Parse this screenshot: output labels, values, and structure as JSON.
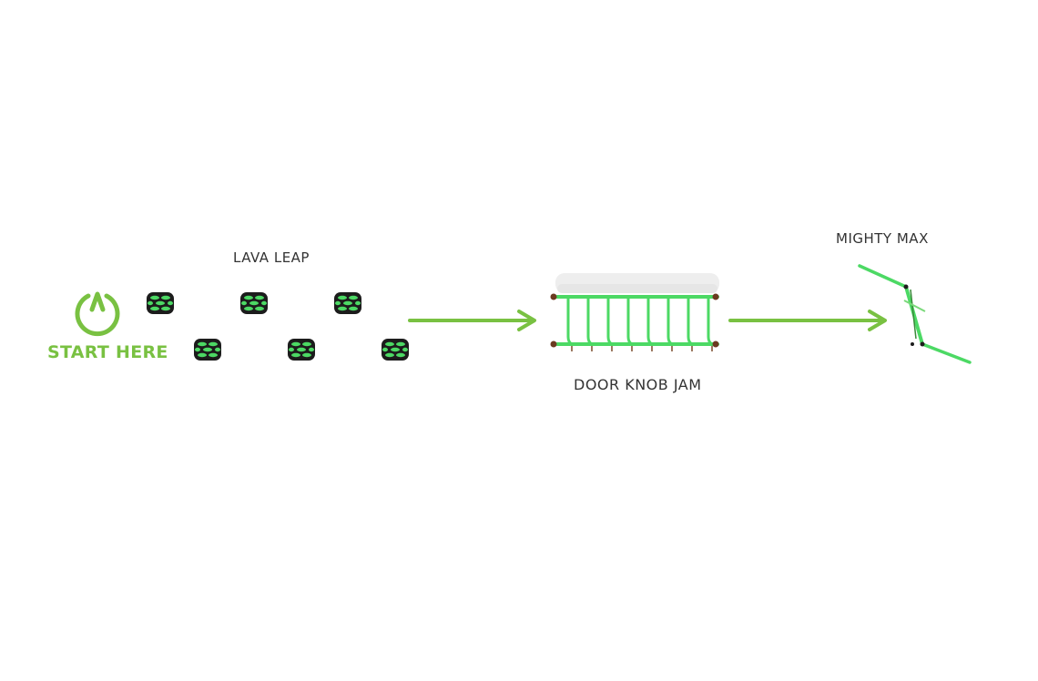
{
  "start": {
    "label": "START HERE",
    "icon": "power-icon"
  },
  "stations": [
    {
      "id": "lava",
      "label": "LAVA LEAP",
      "stepping_stones": 6
    },
    {
      "id": "door",
      "label": "DOOR KNOB JAM"
    },
    {
      "id": "mighty",
      "label": "MIGHTY MAX"
    }
  ],
  "colors": {
    "accent": "#79c142",
    "bright_green": "#4cd964",
    "stone_dark": "#1c1c1c",
    "post_brown": "#6b3a20",
    "label_text": "#333333"
  }
}
